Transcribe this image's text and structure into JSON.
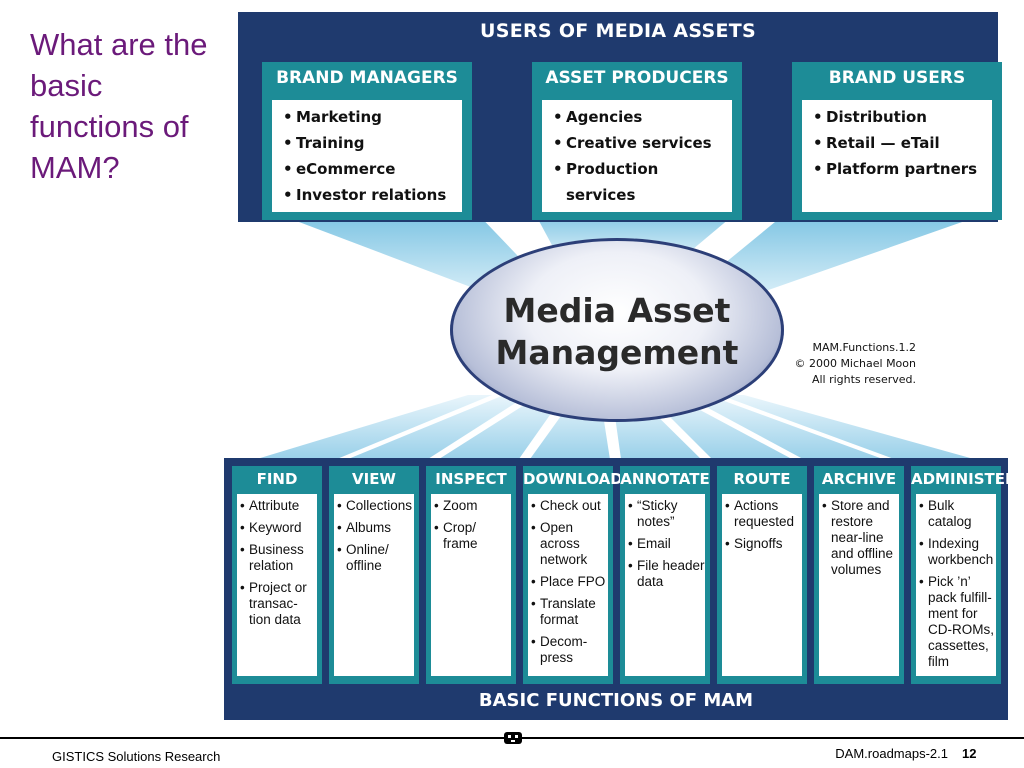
{
  "slide": {
    "title": "What are the basic functions of MAM?"
  },
  "users_panel": {
    "heading": "USERS OF MEDIA ASSETS",
    "groups": [
      {
        "title": "BRAND MANAGERS",
        "items": [
          "Marketing",
          "Training",
          "eCommerce",
          "Investor relations"
        ]
      },
      {
        "title": "ASSET PRODUCERS",
        "items": [
          "Agencies",
          "Creative services",
          "Production services"
        ]
      },
      {
        "title": "BRAND USERS",
        "items": [
          "Distribution",
          "Retail — eTail",
          "Platform partners"
        ]
      }
    ]
  },
  "center": {
    "line1": "Media Asset",
    "line2": "Management"
  },
  "credit": {
    "line1": "MAM.Functions.1.2",
    "line2": "© 2000 Michael Moon",
    "line3": "All rights reserved."
  },
  "functions_panel": {
    "heading": "BASIC FUNCTIONS OF MAM",
    "columns": [
      {
        "title": "FIND",
        "items": [
          "Attribute",
          "Keyword",
          "Business relation",
          "Project or transac-tion data"
        ]
      },
      {
        "title": "VIEW",
        "items": [
          "Collections",
          "Albums",
          "Online/ offline"
        ]
      },
      {
        "title": "INSPECT",
        "items": [
          "Zoom",
          "Crop/ frame"
        ]
      },
      {
        "title": "DOWNLOAD",
        "items": [
          "Check out",
          "Open across network",
          "Place FPO",
          "Translate format",
          "Decom-press"
        ]
      },
      {
        "title": "ANNOTATE",
        "items": [
          "“Sticky notes”",
          "Email",
          "File header data"
        ]
      },
      {
        "title": "ROUTE",
        "items": [
          "Actions requested",
          "Signoffs"
        ]
      },
      {
        "title": "ARCHIVE",
        "items": [
          "Store and restore near-line and offline volumes"
        ]
      },
      {
        "title": "ADMINISTER",
        "items": [
          "Bulk catalog",
          "Indexing workbench",
          "Pick ’n’ pack fulfill-ment for CD-ROMs, cassettes, film"
        ]
      }
    ]
  },
  "footer": {
    "left": "GISTICS Solutions Research",
    "right": "DAM.roadmaps-2.1",
    "page": "12"
  },
  "colors": {
    "title": "#6b1a7a",
    "panel": "#1f3a6e",
    "card": "#1d8c97",
    "beam": "#8fcde6"
  }
}
